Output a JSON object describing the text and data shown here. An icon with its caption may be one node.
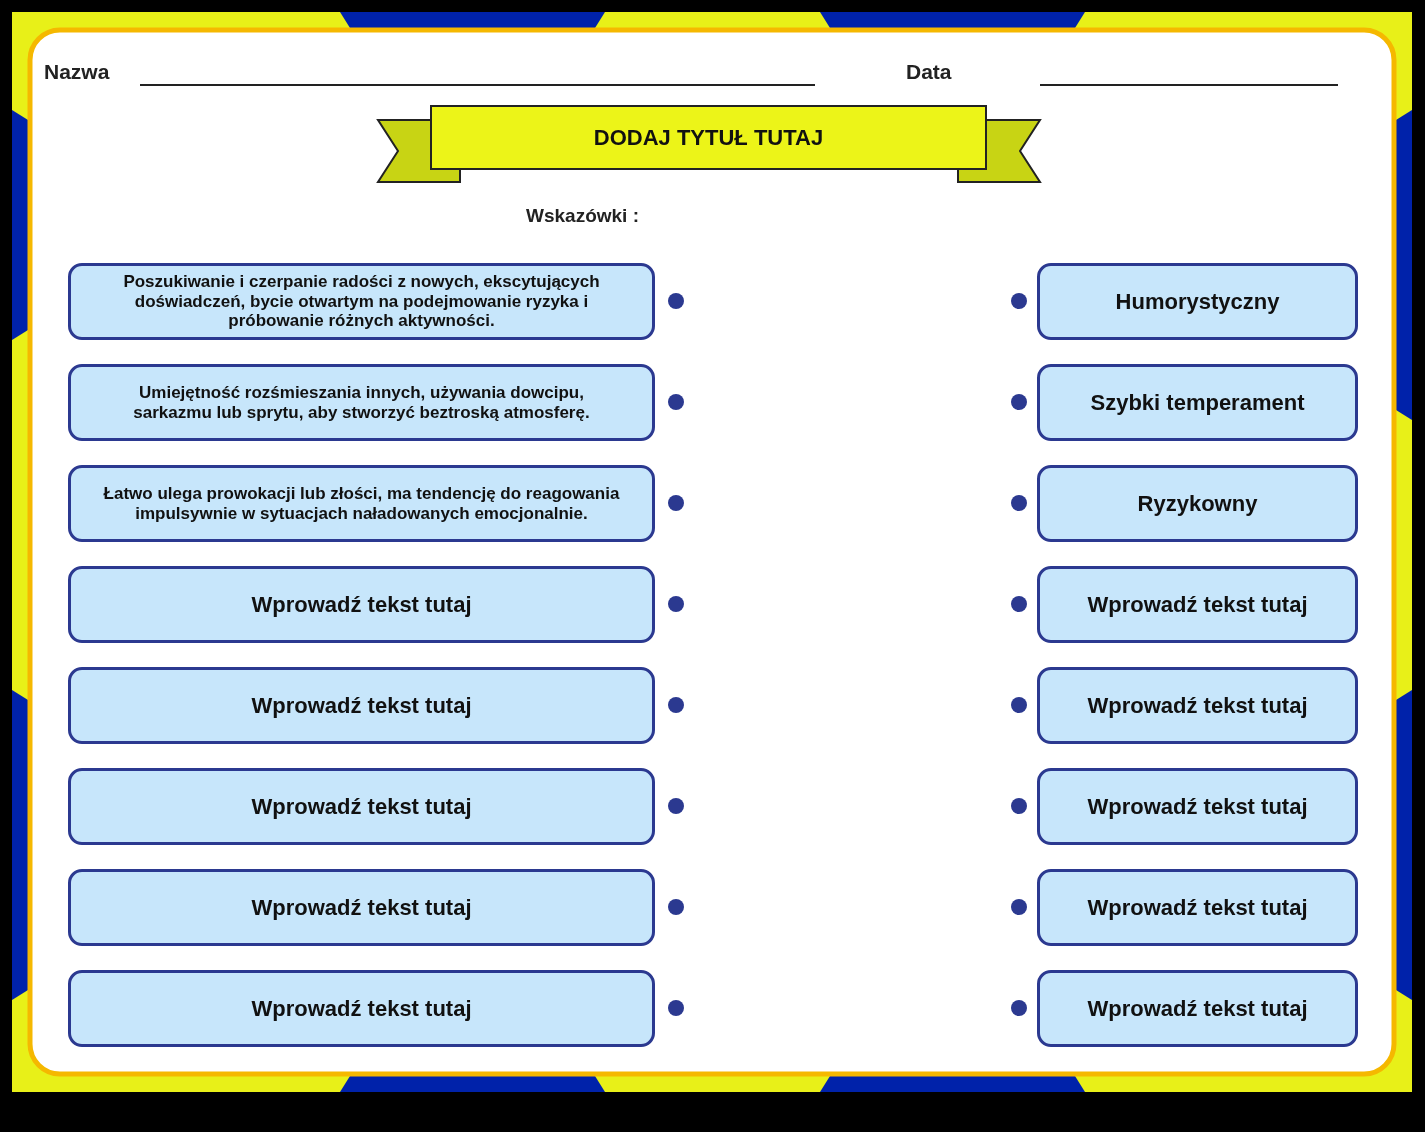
{
  "diagram": {
    "title": "DODAJ TYTUŁ TUTAJ",
    "nodes": [
      {
        "text": [
          "Poszukiwanie i czerpanie radości z nowych, ekscytujących doświadczeń, bycie otwartym na podejmowanie ryzyka i próbowanie różnych aktywności."
        ]
      },
      {
        "text": [
          "Humorystyczny"
        ]
      },
      {
        "text": [
          "Umiejętność rozśmieszania innych, używania dowcipu, sarkazmu lub sprytu, aby stworzyć beztroską atmosferę."
        ]
      },
      {
        "text": [
          "Szybki temperament"
        ]
      },
      {
        "text": [
          "Łatwo ulega prowokacji lub złości, ma tendencję do reagowania impulsywnie w sytuacjach naładowanych emocjonalnie."
        ]
      },
      {
        "text": [
          "Ryzykowny"
        ]
      },
      {
        "text": [
          "Wprowadź tekst tutaj"
        ]
      },
      {
        "text": [
          "Wprowadź tekst tutaj"
        ]
      },
      {
        "text": [
          "Wprowadź tekst tutaj"
        ]
      },
      {
        "text": [
          "Wprowadź tekst tutaj"
        ]
      },
      {
        "text": [
          "Wprowadź tekst tutaj"
        ]
      },
      {
        "text": [
          "Wprowadź tekst tutaj"
        ]
      },
      {
        "text": [
          "Wprowadź tekst tutaj"
        ]
      },
      {
        "text": [
          "Wprowadź tekst tutaj"
        ]
      },
      {
        "text": [
          "Wprowadź tekst tutaj"
        ]
      },
      {
        "text": [
          "Wprowadź tekst tutaj"
        ]
      }
    ],
    "edges": [],
    "labels": [
      "Nazwa",
      "Data",
      "Wskazówki :"
    ]
  }
}
